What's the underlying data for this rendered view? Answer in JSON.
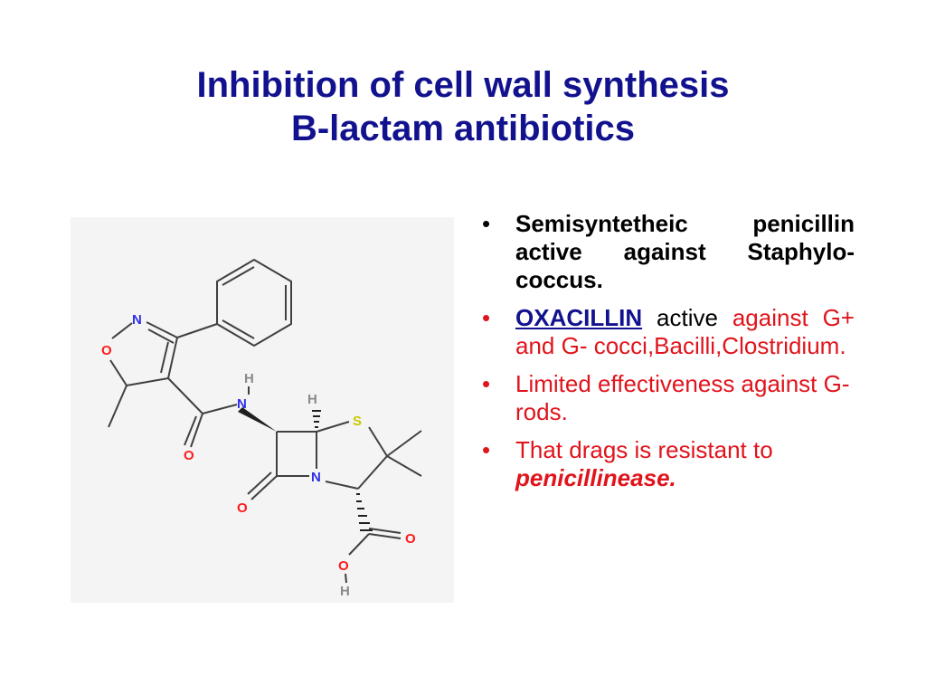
{
  "slide": {
    "title_line1": "Inhibition of cell wall synthesis",
    "title_line2": "B-lactam antibiotics",
    "bullet_glyph": "•",
    "bullets": [
      {
        "text": "Semisyntetheic penicillin active against Staphylo-coccus."
      },
      {
        "keyword": "OXACILLIN",
        "text_black": " active",
        "text_red": " against G+ and G- cocci,Bacilli,Clostridium."
      },
      {
        "text": "Limited effectiveness against G- rods."
      },
      {
        "text": "That drags is resistant to ",
        "emphasis": "penicillinease."
      }
    ]
  },
  "molecule": {
    "atoms": {
      "N_ring": "N",
      "O_ring": "O",
      "H_amide": "H",
      "N_amide": "N",
      "O_amide": "O",
      "H_bridge": "H",
      "S": "S",
      "N_lactam": "N",
      "O_lactam": "O",
      "O_acid": "O",
      "O_hydroxyl": "O",
      "H_hydroxyl": "H"
    },
    "colors": {
      "nitrogen": "#2f2fe8",
      "oxygen": "#ff1a1a",
      "sulfur": "#c8c800",
      "hydrogen": "#8a8a8a",
      "bond": "#404040"
    }
  },
  "theme": {
    "title_color": "#12128f",
    "text_red": "#e0141c",
    "text_black": "#000000"
  }
}
